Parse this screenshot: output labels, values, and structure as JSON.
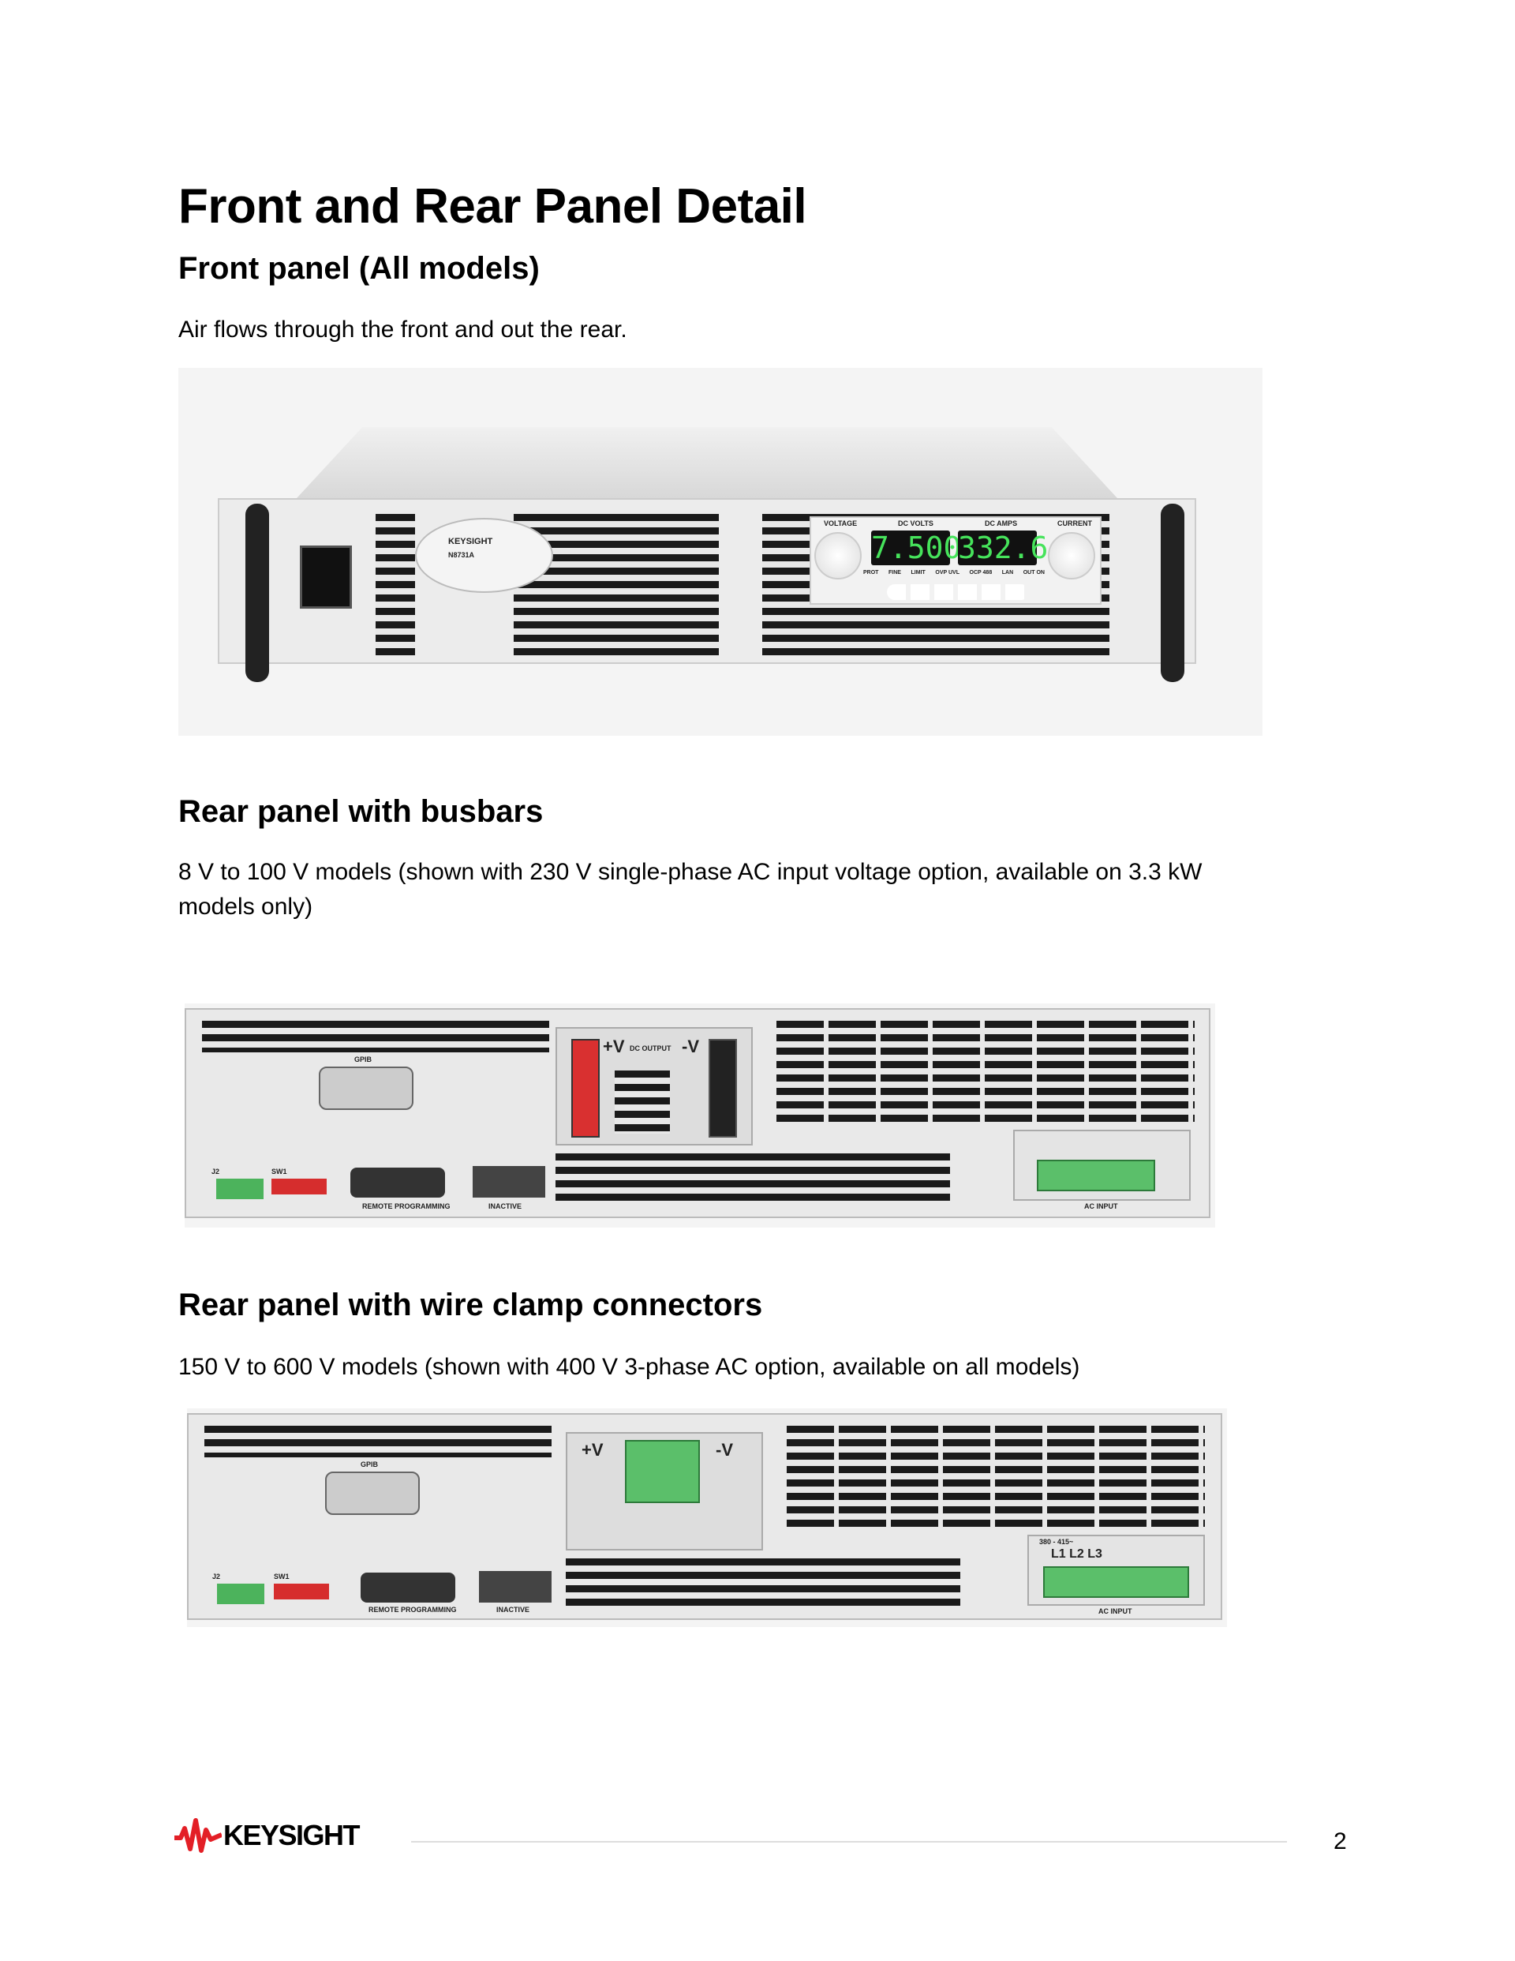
{
  "title": "Front and Rear Panel Detail",
  "sections": [
    {
      "heading": "Front panel (All models)",
      "text": "Air flows through the front and out the rear."
    },
    {
      "heading": "Rear panel with busbars",
      "text": "8 V to 100 V models (shown with 230 V single-phase AC input voltage option, available on 3.3 kW models only)"
    },
    {
      "heading": "Rear panel with wire clamp connectors",
      "text": "150 V to 600 V models (shown with 400 V 3-phase AC option, available on all models)"
    }
  ],
  "front_photo": {
    "brand": "KEYSIGHT",
    "model": "N8731A",
    "voltage_label": "VOLTAGE",
    "current_label": "CURRENT",
    "dc_volts_label": "DC VOLTS",
    "dc_amps_label": "DC AMPS",
    "volts_display": "7.500",
    "amps_display": "332.6",
    "indicators": [
      "PROT",
      "FINE",
      "LIMIT",
      "OVP UVL",
      "OCP 488",
      "LAN",
      "OUT ON"
    ]
  },
  "rear_photo_1": {
    "gpib": "GPIB",
    "plus_v": "+V",
    "minus_v": "-V",
    "dc_output": "DC OUTPUT",
    "remote_programming": "REMOTE PROGRAMMING",
    "inactive": "INACTIVE",
    "ac_input": "AC INPUT",
    "sw1": "SW1",
    "j2": "J2"
  },
  "rear_photo_2": {
    "gpib": "GPIB",
    "plus_v": "+V",
    "minus_v": "-V",
    "phases": "L1  L2  L3",
    "voltage_range": "380 - 415~",
    "remote_programming": "REMOTE PROGRAMMING",
    "inactive": "INACTIVE",
    "ac_input": "AC INPUT",
    "sw1": "SW1",
    "j2": "J2"
  },
  "footer": {
    "logo": "KEYSIGHT",
    "page_number": "2",
    "brand_color": "#e31f26"
  }
}
